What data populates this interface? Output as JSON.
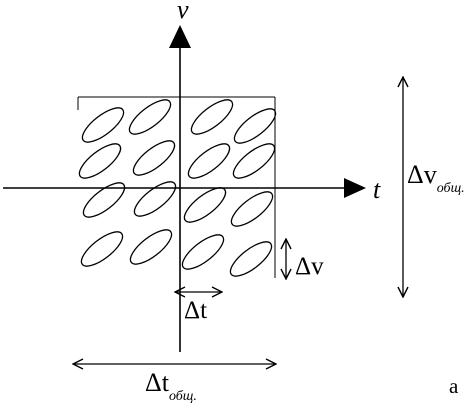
{
  "diagram": {
    "axis_v_label": "v",
    "axis_t_label": "t",
    "delta_v_label": "Δv",
    "delta_t_label": "Δt",
    "delta_v_total_main": "Δv",
    "delta_v_total_sub": "общ.",
    "delta_t_total_main": "Δt",
    "delta_t_total_sub": "общ.",
    "panel_label": "а"
  },
  "colors": {
    "ink": "#000000",
    "background": "#ffffff"
  }
}
